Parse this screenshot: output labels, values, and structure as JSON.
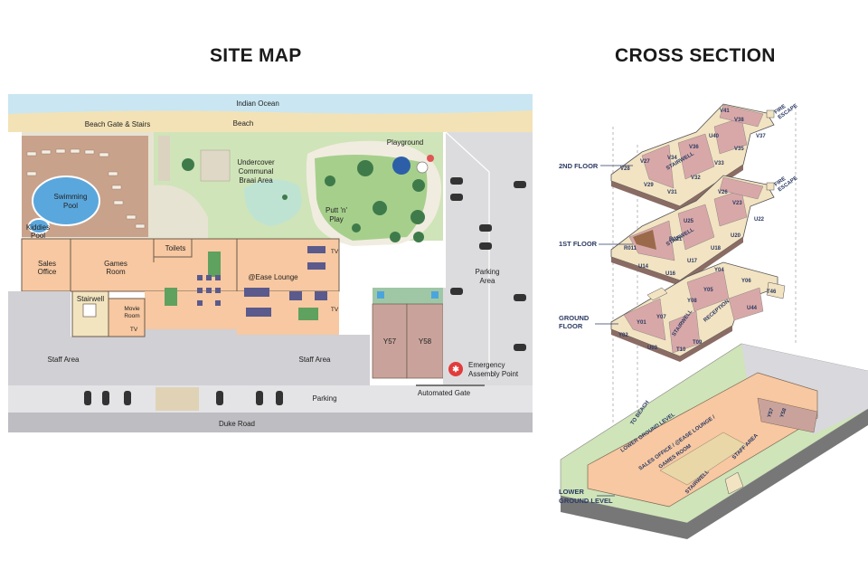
{
  "titles": {
    "site_map": "SITE MAP",
    "cross_section": "CROSS SECTION"
  },
  "site_map": {
    "indian_ocean": "Indian Ocean",
    "beach": "Beach",
    "beach_gate": "Beach Gate & Stairs",
    "playground": "Playground",
    "undercover_braai": [
      "Undercover",
      "Communal",
      "Braai Area"
    ],
    "swimming_pool": [
      "Swimming",
      "Pool"
    ],
    "kiddies_pool": [
      "Kiddies",
      "Pool"
    ],
    "putt_n_play": [
      "Putt 'n'",
      "Play"
    ],
    "toilets": "Toilets",
    "sales_office": [
      "Sales",
      "Office"
    ],
    "games_room": [
      "Games",
      "Room"
    ],
    "ease_lounge": "@Ease Lounge",
    "tv": "TV",
    "stairwell": "Stairwell",
    "movie_room": [
      "Movie",
      "Room"
    ],
    "parking_area": [
      "Parking",
      "Area"
    ],
    "y57": "Y57",
    "y58": "Y58",
    "staff_area": "Staff Area",
    "emergency": [
      "Emergency",
      "Assembly Point"
    ],
    "parking": "Parking",
    "automated_gate": "Automated Gate",
    "duke_road": "Duke Road"
  },
  "cross_section": {
    "floors": [
      "2ND FLOOR",
      "1ST FLOOR",
      "GROUND",
      "FLOOR",
      "LOWER",
      "GROUND LEVEL"
    ],
    "fire_escape": [
      "FIRE",
      "ESCAPE"
    ],
    "stairwell": "STAIRWELL",
    "reception": "RECEPTION",
    "to_beach": "TO BEACH",
    "lower_ground_level": "LOWER GROUND LEVEL",
    "sales_office": [
      "SALES OFFICE / @EASE LOUNGE /",
      "GAMES ROOM"
    ],
    "staff_area": "STAFF AREA",
    "y57": "Y57",
    "y58": "Y58",
    "rooms_2nd": [
      "V41",
      "V38",
      "U40",
      "V37",
      "V36",
      "V35",
      "V34",
      "V33",
      "V32",
      "V31",
      "V29",
      "V28",
      "V27"
    ],
    "rooms_1st": [
      "V26",
      "V23",
      "U25",
      "U22",
      "U20",
      "U18",
      "U17",
      "U16",
      "U14",
      "R021",
      "R011"
    ],
    "rooms_ground": [
      "Y04",
      "Y06",
      "Y05",
      "Y08",
      "T46",
      "U44",
      "Y07",
      "Y01",
      "Y02",
      "U03",
      "T10",
      "T09"
    ]
  },
  "colors": {
    "ocean": "#c9e6f2",
    "sand": "#f3e2b6",
    "grass": "#cfe4b8",
    "building": "#f7c8a1",
    "staff": "#d0d0d5",
    "road": "#bdbdc2",
    "parking": "#dcdcdf",
    "units": "#c9a39b",
    "deck": "#c9a28c",
    "floor_room": "#d8a8a8"
  }
}
